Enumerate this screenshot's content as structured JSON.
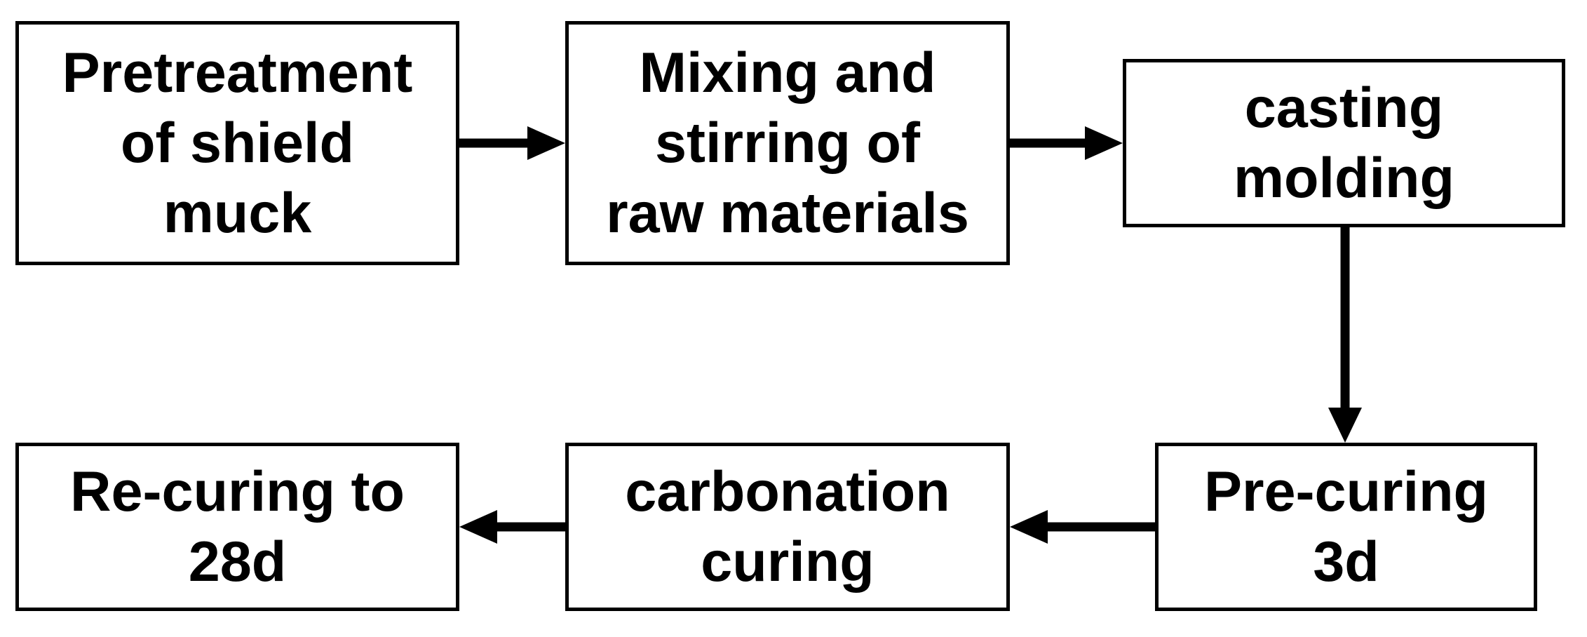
{
  "flowchart": {
    "steps": [
      {
        "id": "pretreatment",
        "label": "Pretreatment\nof shield\nmuck"
      },
      {
        "id": "mixing",
        "label": "Mixing and\nstirring of\nraw materials"
      },
      {
        "id": "casting",
        "label": "casting\nmolding"
      },
      {
        "id": "precuring",
        "label": "Pre-curing\n3d"
      },
      {
        "id": "carbonation",
        "label": "carbonation\ncuring"
      },
      {
        "id": "recuring",
        "label": "Re-curing to\n28d"
      }
    ],
    "connections": [
      {
        "from": "pretreatment",
        "to": "mixing"
      },
      {
        "from": "mixing",
        "to": "casting"
      },
      {
        "from": "casting",
        "to": "precuring"
      },
      {
        "from": "precuring",
        "to": "carbonation"
      },
      {
        "from": "carbonation",
        "to": "recuring"
      }
    ],
    "colors": {
      "stroke": "#000000",
      "background": "#ffffff"
    }
  }
}
